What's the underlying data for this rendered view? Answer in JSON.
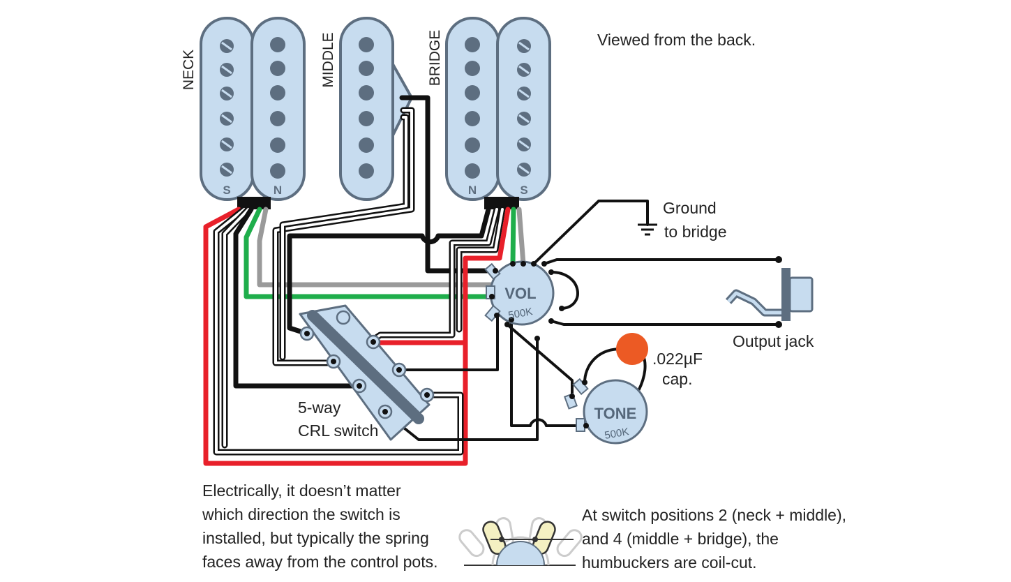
{
  "header_note": "Viewed from the back.",
  "pickups": {
    "neck": {
      "label": "NECK",
      "left_coil": "S",
      "right_coil": "N"
    },
    "middle": {
      "label": "MIDDLE"
    },
    "bridge": {
      "label": "BRIDGE",
      "left_coil": "N",
      "right_coil": "S"
    }
  },
  "ground": {
    "line1": "Ground",
    "line2": "to bridge"
  },
  "output_jack": {
    "label": "Output jack"
  },
  "volume_pot": {
    "title": "VOL",
    "value": "500K"
  },
  "tone_pot": {
    "title": "TONE",
    "value": "500K"
  },
  "capacitor": {
    "line1": ".022µF",
    "line2": "cap.",
    "color": "#ec5a24"
  },
  "switch": {
    "line1": "5-way",
    "line2": "CRL switch"
  },
  "note_left": [
    "Electrically, it doesn’t matter",
    "which direction the switch is",
    "installed, but typically the spring",
    "faces away from the control pots."
  ],
  "note_right": [
    "At switch positions 2 (neck + middle),",
    "and 4 (middle + bridge), the",
    "humbuckers are coil-cut."
  ],
  "colors": {
    "pickup_fill": "#c7dcef",
    "pickup_stroke": "#5d6e80",
    "wire_red": "#e8202a",
    "wire_green": "#1fae4b",
    "wire_gray": "#9a9a9a",
    "wire_black": "#111111"
  }
}
